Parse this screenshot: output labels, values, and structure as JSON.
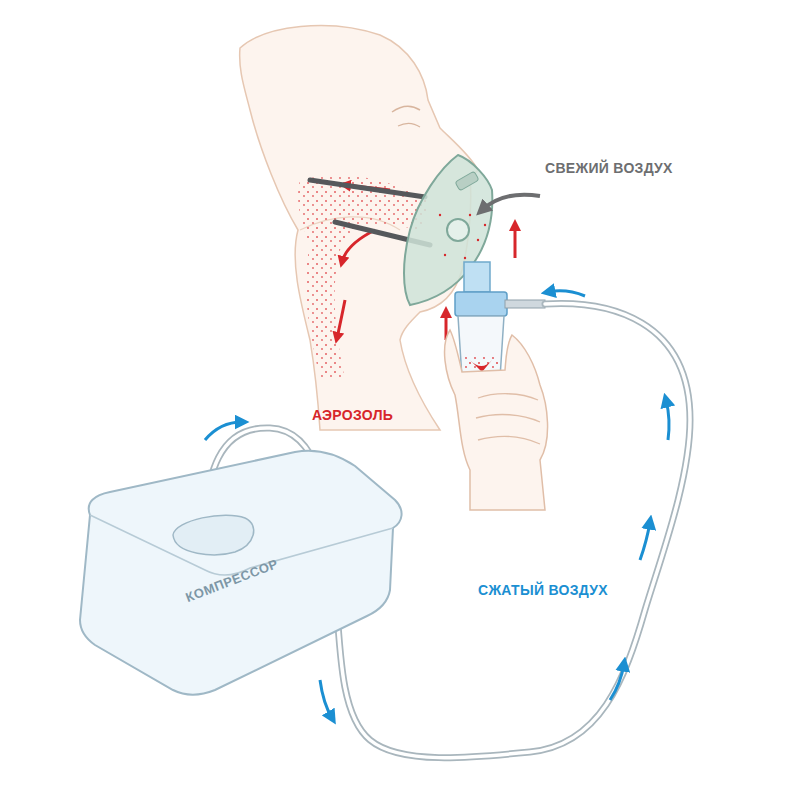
{
  "diagram": {
    "nodes": [
      {
        "text": [
          "КОМПРЕССОР"
        ]
      }
    ],
    "labels": [
      "СВЕЖИЙ ВОЗДУХ",
      "АЭРОЗОЛЬ",
      "СЖАТЫЙ ВОЗДУХ"
    ]
  }
}
